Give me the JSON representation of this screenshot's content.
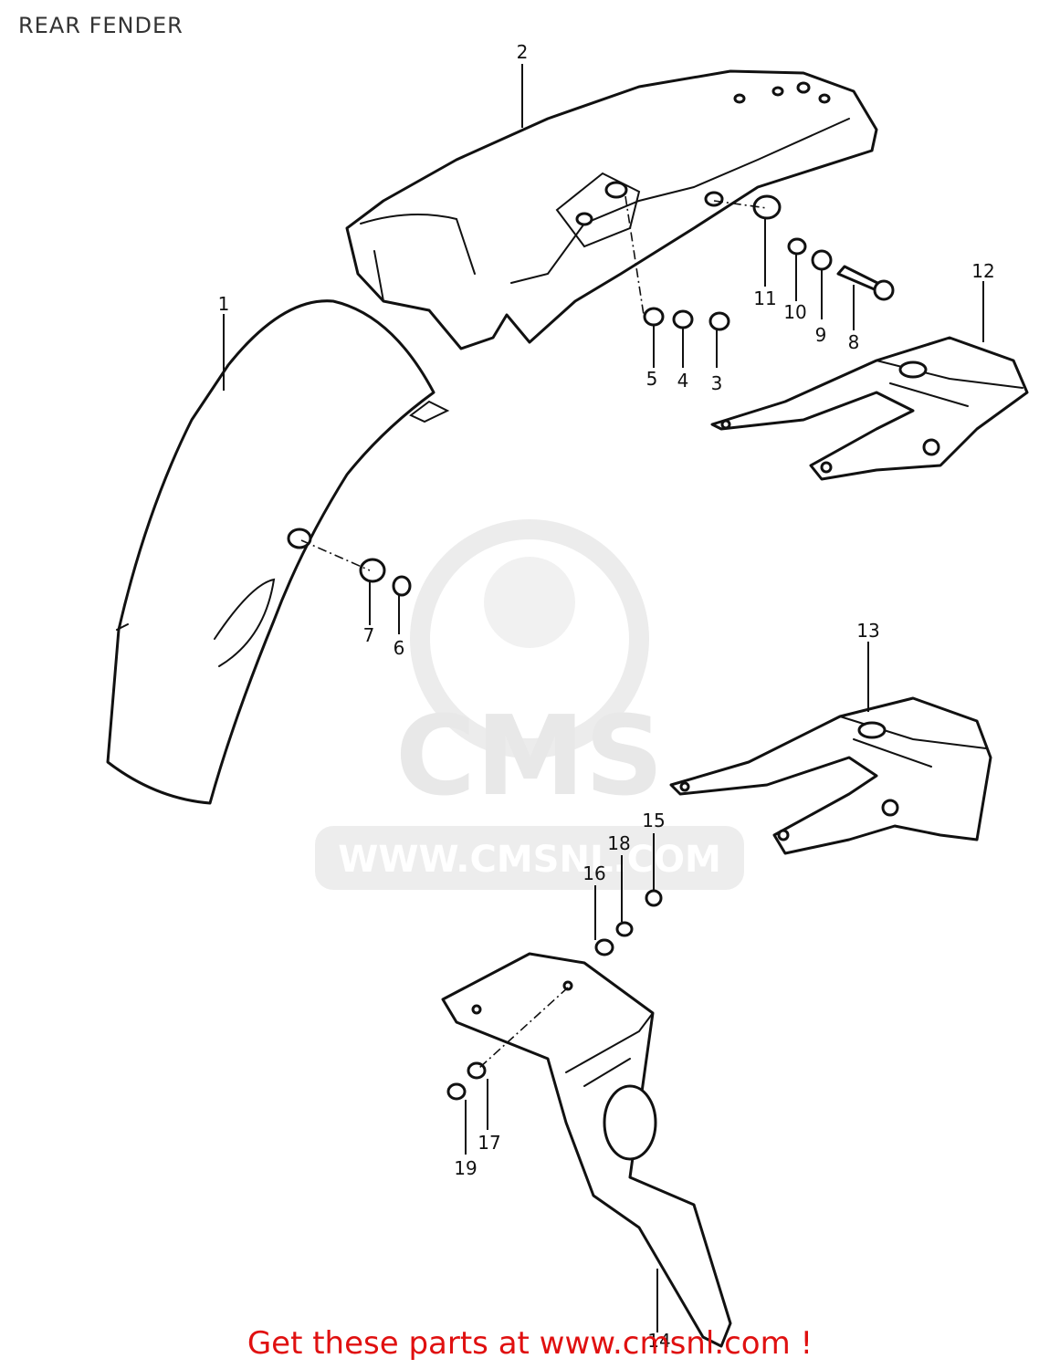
{
  "title": "REAR FENDER",
  "watermark": {
    "brand": "CMS",
    "url": "WWW.CMSNL.COM",
    "color": "#e6e6e6"
  },
  "promo": {
    "text": "Get these parts at www.cmsnl.com !",
    "color": "#e01010"
  },
  "callouts": [
    {
      "num": "1"
    },
    {
      "num": "2"
    },
    {
      "num": "3"
    },
    {
      "num": "4"
    },
    {
      "num": "5"
    },
    {
      "num": "6"
    },
    {
      "num": "7"
    },
    {
      "num": "8"
    },
    {
      "num": "9"
    },
    {
      "num": "10"
    },
    {
      "num": "11"
    },
    {
      "num": "12"
    },
    {
      "num": "13"
    },
    {
      "num": "14"
    },
    {
      "num": "15"
    },
    {
      "num": "16"
    },
    {
      "num": "17"
    },
    {
      "num": "18"
    },
    {
      "num": "19"
    }
  ]
}
